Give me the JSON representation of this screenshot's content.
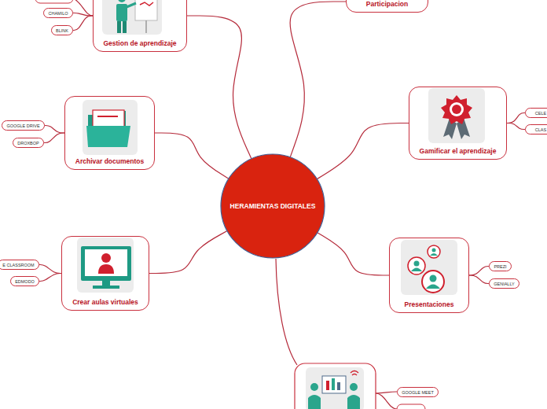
{
  "diagram": {
    "nodes": [
      {
        "text": [
          "Gestion de aprendizaje"
        ]
      },
      {
        "text": [
          "CHAMILO"
        ]
      },
      {
        "text": [
          "BLINK"
        ]
      },
      {
        "text": [
          "Participacion"
        ]
      },
      {
        "text": [
          "Archivar documentos"
        ]
      },
      {
        "text": [
          "GOOGLE DRIVE"
        ]
      },
      {
        "text": [
          "DROXBOP"
        ]
      },
      {
        "text": [
          "Gamificar el aprendizaje"
        ]
      },
      {
        "text": [
          "CELE"
        ]
      },
      {
        "text": [
          "CLAS"
        ]
      },
      {
        "text": [
          "HERAMIENTAS DIGITALES"
        ]
      },
      {
        "text": [
          "Crear aulas virtuales"
        ]
      },
      {
        "text": [
          "E CLASSROOM"
        ]
      },
      {
        "text": [
          "EDMODO"
        ]
      },
      {
        "text": [
          "Presentaciones"
        ]
      },
      {
        "text": [
          "PREZI"
        ]
      },
      {
        "text": [
          "GENIALLY"
        ]
      },
      {
        "text": [
          "GOOGLE MEET"
        ]
      }
    ],
    "edges": [
      {
        "from": 10,
        "to": 0,
        "arrow": "none"
      },
      {
        "from": 0,
        "to": 1,
        "arrow": "none"
      },
      {
        "from": 0,
        "to": 2,
        "arrow": "none"
      },
      {
        "from": 10,
        "to": 3,
        "arrow": "none"
      },
      {
        "from": 10,
        "to": 4,
        "arrow": "none"
      },
      {
        "from": 4,
        "to": 5,
        "arrow": "none"
      },
      {
        "from": 4,
        "to": 6,
        "arrow": "none"
      },
      {
        "from": 10,
        "to": 7,
        "arrow": "none"
      },
      {
        "from": 7,
        "to": 8,
        "arrow": "none"
      },
      {
        "from": 7,
        "to": 9,
        "arrow": "none"
      },
      {
        "from": 10,
        "to": 11,
        "arrow": "none"
      },
      {
        "from": 11,
        "to": 12,
        "arrow": "none"
      },
      {
        "from": 11,
        "to": 13,
        "arrow": "none"
      },
      {
        "from": 10,
        "to": 14,
        "arrow": "none"
      },
      {
        "from": 14,
        "to": 15,
        "arrow": "none"
      },
      {
        "from": 14,
        "to": 16,
        "arrow": "none"
      }
    ]
  }
}
